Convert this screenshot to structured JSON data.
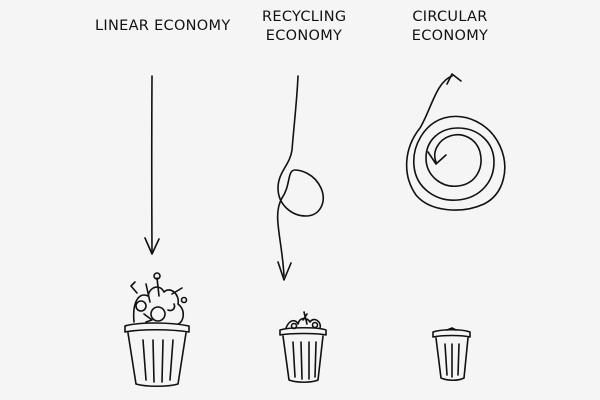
{
  "panels": {
    "linear": {
      "title": "LINEAR ECONOMY"
    },
    "recycling": {
      "title_line1": "RECYCLING",
      "title_line2": "ECONOMY"
    },
    "circular": {
      "title_line1": "CIRCULAR",
      "title_line2": "ECONOMY"
    }
  },
  "colors": {
    "background": "#f5f5f5",
    "ink": "#111111"
  },
  "icons": [
    "down-arrow-icon",
    "loop-arrow-icon",
    "spiral-arrow-icon",
    "trash-bin-icon"
  ]
}
